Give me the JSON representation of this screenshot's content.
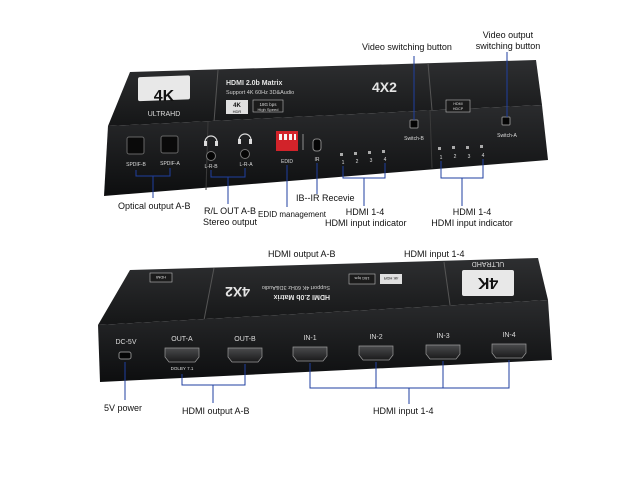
{
  "top_device": {
    "brand_badge_big": "4K",
    "brand_badge_small": "ULTRAHD",
    "title_line1": "HDMI 2.0b Matrix",
    "title_line2": "Support 4K 60Hz 3D&Audio",
    "model": "4X2",
    "hdr_badge_top": "4K",
    "hdr_badge_bottom": "HDR",
    "spec_badge_line1": "18G bps",
    "spec_badge_line2": "High Speed",
    "small_badge_line1": "HDMI",
    "small_badge_line2": "HDCP",
    "port_labels": {
      "spdif_b": "SPDIF-B",
      "spdif_a": "SPDIF-A",
      "lr_b": "L-R-B",
      "lr_a": "L-R-A",
      "edid": "EDID",
      "ir": "IR",
      "switch_b": "Switch-B",
      "switch_a": "Switch-A"
    },
    "led_numbers_left": [
      "1",
      "2",
      "3",
      "4"
    ],
    "led_numbers_right": [
      "1",
      "2",
      "3",
      "4"
    ],
    "dip_numbers_top": "1 2 3 4",
    "dip_on": "ON"
  },
  "bottom_device": {
    "brand_badge_big": "4K",
    "brand_badge_small": "ULTRAHD",
    "title_line1": "HDMI 2.0b Matrix",
    "title_line2": "Support 4K 60Hz 3D&Audio",
    "model": "4X2",
    "spec_badge": "18G bps",
    "hdr_badge": "4K HDR",
    "small_badge": "HDMI",
    "port_labels": {
      "dc": "DC-5V",
      "out_a": "OUT-A",
      "out_b": "OUT-B",
      "in1": "IN-1",
      "in2": "IN-2",
      "in3": "IN-3",
      "in4": "IN-4",
      "dolby": "DOLBY 7.1"
    }
  },
  "callouts": {
    "video_switching_button": "Video switching button",
    "video_output_switching_line1": "Video output",
    "video_output_switching_line2": "switching button",
    "optical_output": "Optical output A-B",
    "rl_out_line1": "R/L OUT A-B",
    "rl_out_line2": "Stereo output",
    "edid_management": "EDID management",
    "ir_receive": "IB--IR Recevie",
    "hdmi_indicator_1_line1": "HDMI 1-4",
    "hdmi_indicator_1_line2": "HDMI input indicator",
    "hdmi_indicator_2_line1": "HDMI 1-4",
    "hdmi_indicator_2_line2": "HDMI input indicator",
    "hdmi_output_top": "HDMI output A-B",
    "hdmi_input_top": "HDMI input 1-4",
    "power": "5V power",
    "hdmi_output_bottom": "HDMI output A-B",
    "hdmi_input_bottom": "HDMI input 1-4"
  }
}
